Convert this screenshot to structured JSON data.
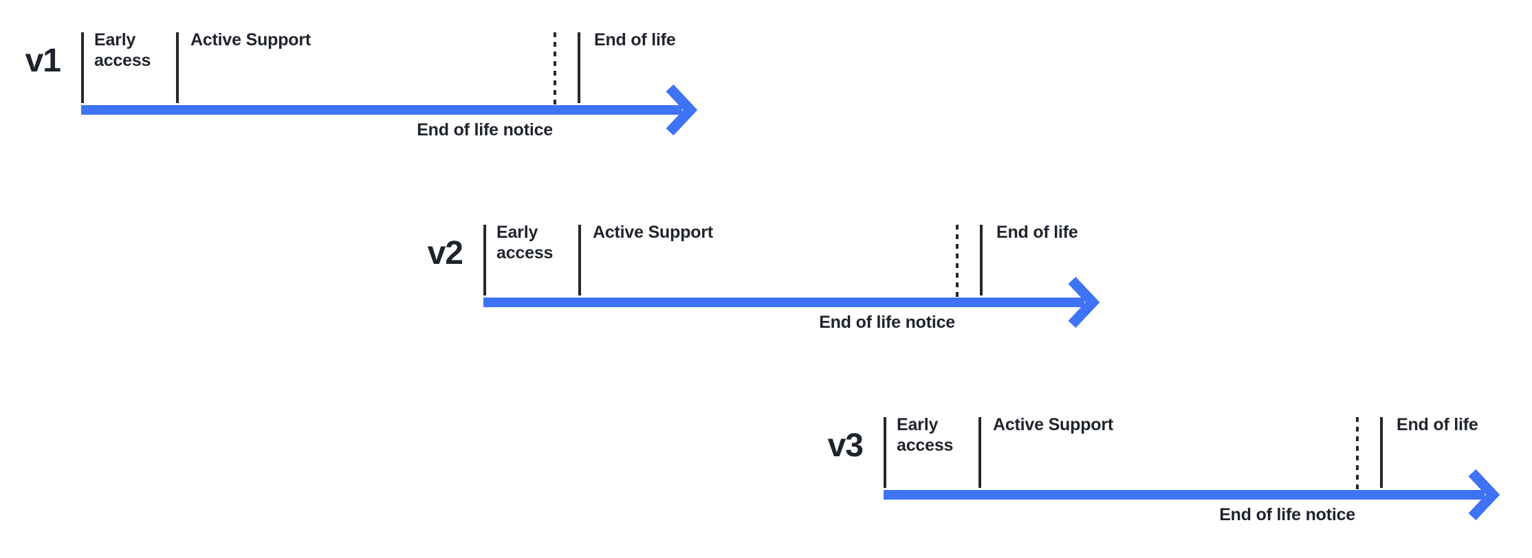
{
  "diagram": {
    "title": "version-release-lifecycle-timelines",
    "colors": {
      "background": "#ffffff",
      "arrow": "#3e73f5",
      "text": "#1f242c",
      "tick": "#24272e"
    },
    "timelines": [
      {
        "version": "v1",
        "phases": {
          "early_access": "Early access",
          "active_support": "Active Support",
          "end_of_life": "End of life",
          "end_of_life_notice": "End of life notice"
        }
      },
      {
        "version": "v2",
        "phases": {
          "early_access": "Early access",
          "active_support": "Active Support",
          "end_of_life": "End of life",
          "end_of_life_notice": "End of life notice"
        }
      },
      {
        "version": "v3",
        "phases": {
          "early_access": "Early access",
          "active_support": "Active Support",
          "end_of_life": "End of life",
          "end_of_life_notice": "End of life notice"
        }
      }
    ]
  }
}
